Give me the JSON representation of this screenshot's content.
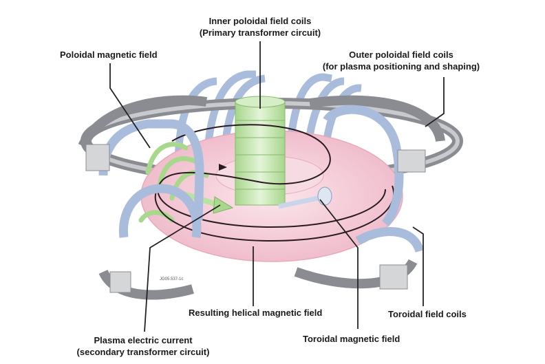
{
  "labels": {
    "inner_coils_line1": "Inner poloidal field coils",
    "inner_coils_line2": "(Primary transformer circuit)",
    "poloidal_field": "Poloidal magnetic field",
    "outer_coils_line1": "Outer poloidal field coils",
    "outer_coils_line2": "(for plasma positioning and shaping)",
    "helical_field": "Resulting helical magnetic field",
    "toroidal_coils": "Toroidal field coils",
    "plasma_current_line1": "Plasma electric current",
    "plasma_current_line2": "(secondary transformer circuit)",
    "toroidal_field": "Toroidal magnetic field",
    "figure_code": "JG05.537-1c"
  },
  "colors": {
    "toroidal_coil": "#a9bcdc",
    "toroidal_coil_edge": "#7e93b8",
    "poloidal_coil": "#8a8c92",
    "poloidal_coil_face": "#d5d6d8",
    "plasma": "#f4cbd6",
    "central_solenoid": "#bfe3a8",
    "field_arrow": "#a8d88c",
    "helical_line": "#2a1a22",
    "leader_line": "#222222"
  }
}
